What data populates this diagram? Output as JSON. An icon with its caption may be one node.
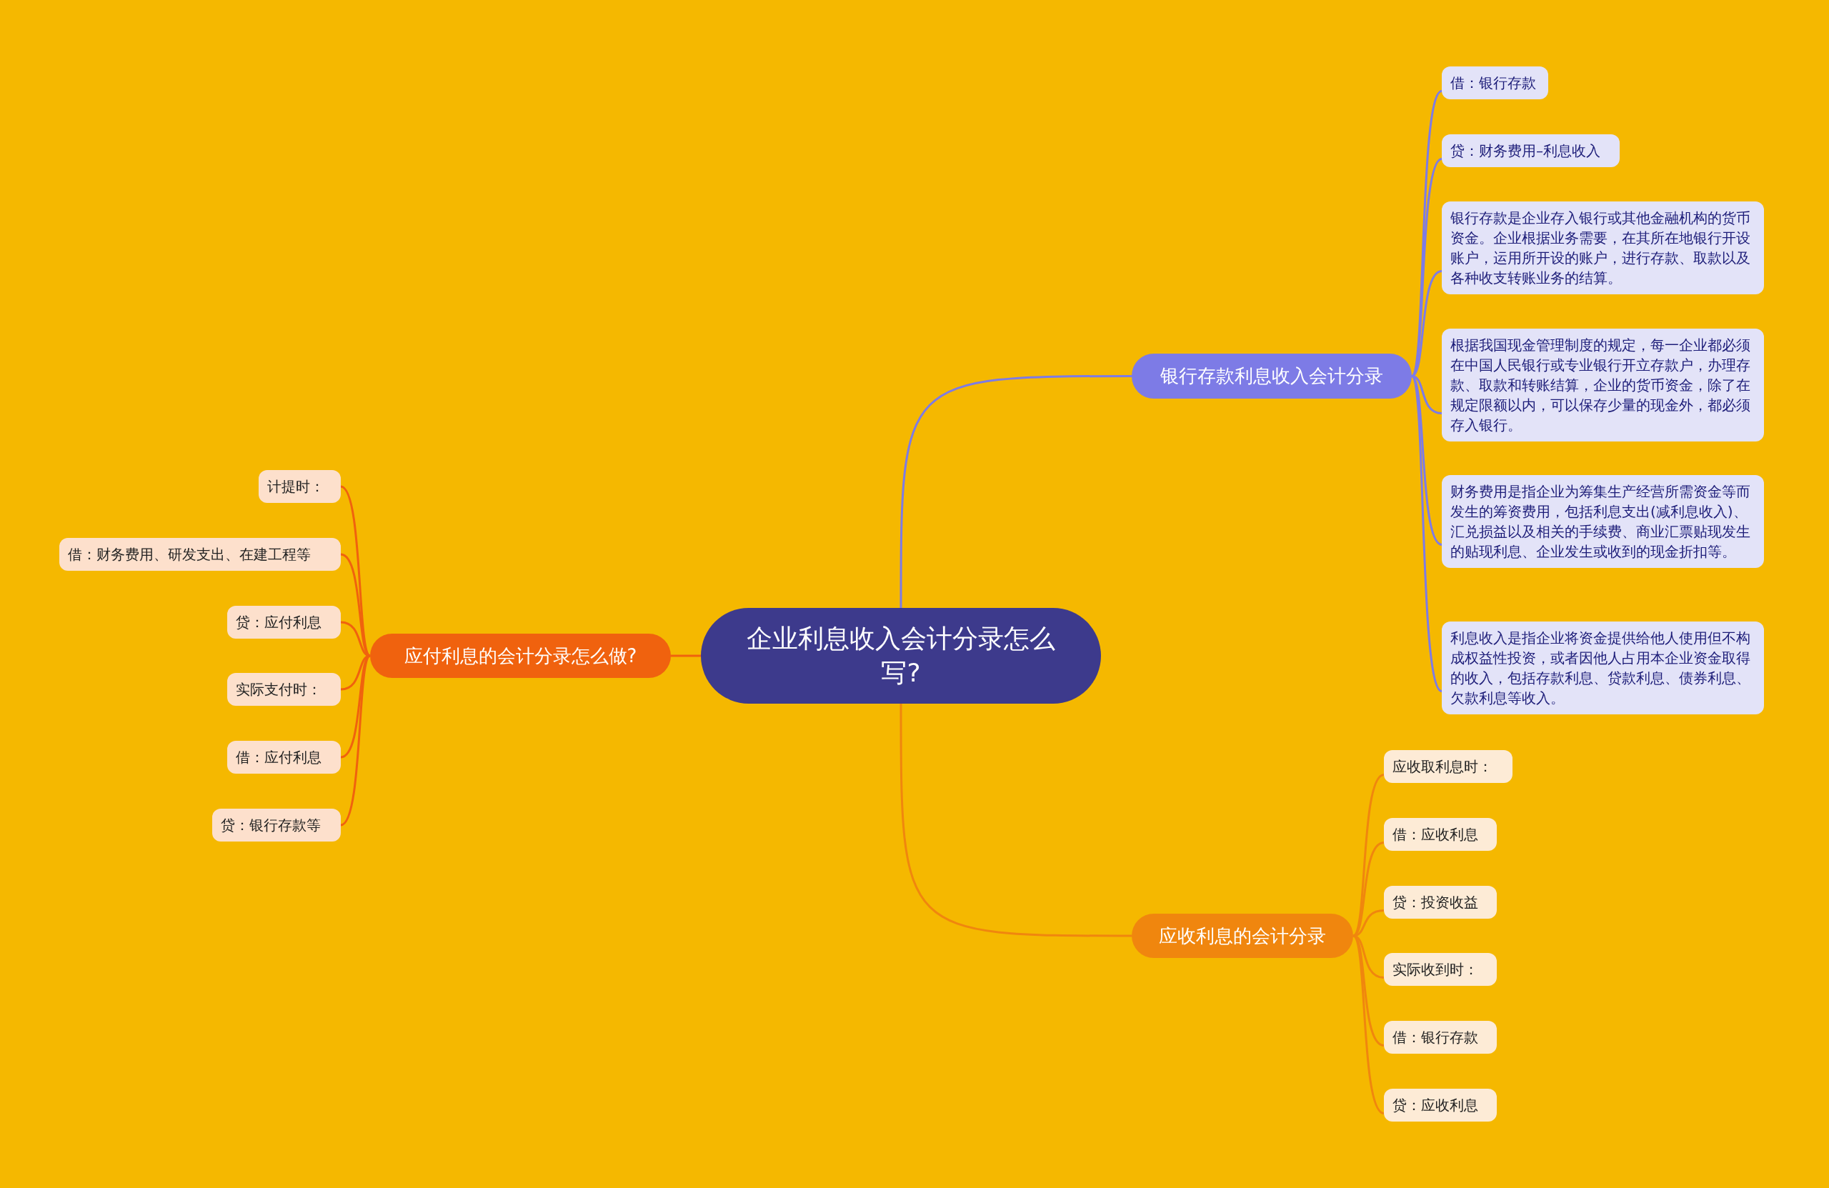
{
  "diagram": {
    "nodes": [
      {
        "text": [
          "企业利息收入会计分录怎么写?"
        ]
      },
      {
        "text": [
          "银行存款利息收入会计分录"
        ]
      },
      {
        "text": [
          "借：银行存款"
        ]
      },
      {
        "text": [
          "贷：财务费用–利息收入"
        ]
      },
      {
        "text": [
          "银行存款是企业存入银行或其他金融机构的货币资金。企业根据业务需要，在其所在地银行开设账户，运用所开设的账户，进行存款、取款以及各种收支转账业务的结算。"
        ]
      },
      {
        "text": [
          "根据我国现金管理制度的规定，每一企业都必须在中国人民银行或专业银行开立存款户，办理存款、取款和转账结算，企业的货币资金，除了在规定限额以内，可以保存少量的现金外，都必须存入银行。"
        ]
      },
      {
        "text": [
          "财务费用是指企业为筹集生产经营所需资金等而发生的筹资费用，包括利息支出(减利息收入)、汇兑损益以及相关的手续费、商业汇票贴现发生的贴现利息、企业发生或收到的现金折扣等。"
        ]
      },
      {
        "text": [
          "利息收入是指企业将资金提供给他人使用但不构成权益性投资，或者因他人占用本企业资金取得的收入，包括存款利息、贷款利息、债券利息、欠款利息等收入。"
        ]
      },
      {
        "text": [
          "应付利息的会计分录怎么做?"
        ]
      },
      {
        "text": [
          "计提时："
        ]
      },
      {
        "text": [
          "借：财务费用、研发支出、在建工程等"
        ]
      },
      {
        "text": [
          "贷：应付利息"
        ]
      },
      {
        "text": [
          "实际支付时："
        ]
      },
      {
        "text": [
          "借：应付利息"
        ]
      },
      {
        "text": [
          "贷：银行存款等"
        ]
      },
      {
        "text": [
          "应收利息的会计分录"
        ]
      },
      {
        "text": [
          "应收取利息时："
        ]
      },
      {
        "text": [
          "借：应收利息"
        ]
      },
      {
        "text": [
          "贷：投资收益"
        ]
      },
      {
        "text": [
          "实际收到时："
        ]
      },
      {
        "text": [
          "借：银行存款"
        ]
      },
      {
        "text": [
          "贷：应收利息"
        ]
      }
    ],
    "edges": [
      {
        "from": 0,
        "to": 1,
        "arrow": "none",
        "color": "#7d7be6"
      },
      {
        "from": 1,
        "to": 2,
        "arrow": "none",
        "color": "#7d7be6"
      },
      {
        "from": 1,
        "to": 3,
        "arrow": "none",
        "color": "#7d7be6"
      },
      {
        "from": 1,
        "to": 4,
        "arrow": "none",
        "color": "#7d7be6"
      },
      {
        "from": 1,
        "to": 5,
        "arrow": "none",
        "color": "#7d7be6"
      },
      {
        "from": 1,
        "to": 6,
        "arrow": "none",
        "color": "#7d7be6"
      },
      {
        "from": 1,
        "to": 7,
        "arrow": "none",
        "color": "#7d7be6"
      },
      {
        "from": 0,
        "to": 8,
        "arrow": "none",
        "color": "#f0620e"
      },
      {
        "from": 8,
        "to": 9,
        "arrow": "none",
        "color": "#f0620e"
      },
      {
        "from": 8,
        "to": 10,
        "arrow": "none",
        "color": "#f0620e"
      },
      {
        "from": 8,
        "to": 11,
        "arrow": "none",
        "color": "#f0620e"
      },
      {
        "from": 8,
        "to": 12,
        "arrow": "none",
        "color": "#f0620e"
      },
      {
        "from": 8,
        "to": 13,
        "arrow": "none",
        "color": "#f0620e"
      },
      {
        "from": 8,
        "to": 14,
        "arrow": "none",
        "color": "#f0620e"
      },
      {
        "from": 0,
        "to": 15,
        "arrow": "none",
        "color": "#f0860e"
      },
      {
        "from": 15,
        "to": 16,
        "arrow": "none",
        "color": "#f0860e"
      },
      {
        "from": 15,
        "to": 17,
        "arrow": "none",
        "color": "#f0860e"
      },
      {
        "from": 15,
        "to": 18,
        "arrow": "none",
        "color": "#f0860e"
      },
      {
        "from": 15,
        "to": 19,
        "arrow": "none",
        "color": "#f0860e"
      },
      {
        "from": 15,
        "to": 20,
        "arrow": "none",
        "color": "#f0860e"
      },
      {
        "from": 15,
        "to": 21,
        "arrow": "none",
        "color": "#f0860e"
      }
    ]
  }
}
